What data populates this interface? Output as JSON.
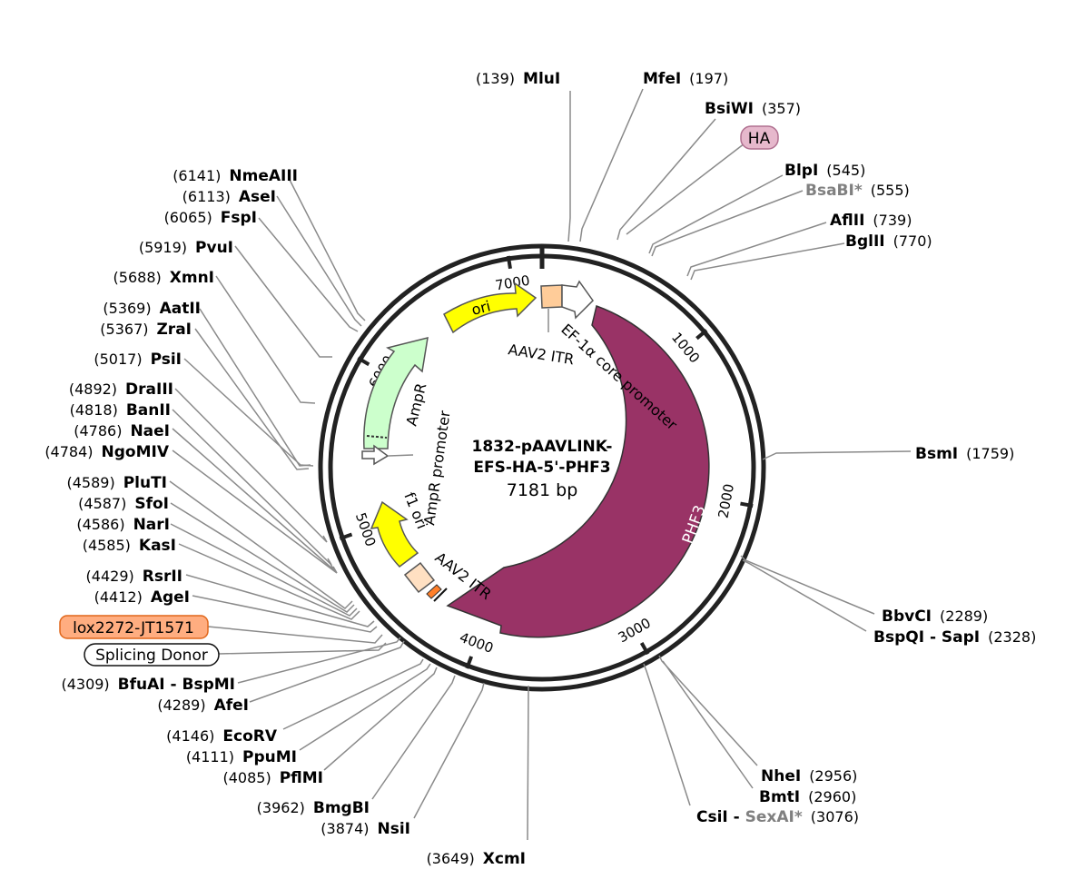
{
  "plasmid": {
    "name_line1": "1832-pAAVLINK-",
    "name_line2": "EFS-HA-5'-PHF3",
    "size_text": "7181 bp",
    "length": 7181
  },
  "ticks": [
    {
      "pos": 1000,
      "label": "1000"
    },
    {
      "pos": 2000,
      "label": "2000"
    },
    {
      "pos": 3000,
      "label": "3000"
    },
    {
      "pos": 4000,
      "label": "4000"
    },
    {
      "pos": 5000,
      "label": "5000"
    },
    {
      "pos": 6000,
      "label": "6000"
    },
    {
      "pos": 7000,
      "label": "7000"
    }
  ],
  "features": {
    "ori": {
      "label": "ori",
      "color": "#ffff00"
    },
    "ampr": {
      "label": "AmpR",
      "color": "#ccffcc"
    },
    "ampr_promoter": {
      "label": "AmpR promoter",
      "color": "#ffffff"
    },
    "f1_ori": {
      "label": "f1 ori",
      "color": "#ffff00"
    },
    "aav2_itr_top": {
      "label": "AAV2 ITR",
      "color": "#ffcc99"
    },
    "aav2_itr_bottom": {
      "label": "AAV2 ITR",
      "color": "#ffe0c2"
    },
    "ef1a": {
      "label": "EF-1α core promoter",
      "color": "#ffffff"
    },
    "phf3": {
      "label": "PHF3",
      "color": "#993366"
    }
  },
  "boxed_labels": {
    "ha": {
      "label": "HA",
      "color": "#e6b8cc"
    },
    "lox": {
      "label": "lox2272-JT1571",
      "color": "#ffad80"
    },
    "splicing": {
      "label": "Splicing Donor",
      "color": "#ffffff"
    }
  },
  "sites": {
    "mlui": {
      "name": "MluI",
      "pos": "(139)"
    },
    "mfei": {
      "name": "MfeI",
      "pos": "(197)"
    },
    "bsiwi": {
      "name": "BsiWI",
      "pos": "(357)"
    },
    "blpi": {
      "name": "BlpI",
      "pos": "(545)"
    },
    "bsabi": {
      "name": "BsaBI*",
      "pos": "(555)"
    },
    "aflii": {
      "name": "AflII",
      "pos": "(739)"
    },
    "bglii": {
      "name": "BglII",
      "pos": "(770)"
    },
    "bsmi": {
      "name": "BsmI",
      "pos": "(1759)"
    },
    "bbvci": {
      "name": "BbvCI",
      "pos": "(2289)"
    },
    "bspqi": {
      "name": "BspQI - SapI",
      "pos": "(2328)"
    },
    "nhei": {
      "name": "NheI",
      "pos": "(2956)"
    },
    "bmti": {
      "name": "BmtI",
      "pos": "(2960)"
    },
    "csii": {
      "name": "CsiI",
      "sep": " - ",
      "name2": "SexAI*",
      "pos": "(3076)"
    },
    "xcmi": {
      "name": "XcmI",
      "pos": "(3649)"
    },
    "nsii": {
      "name": "NsiI",
      "pos": "(3874)"
    },
    "bmgbi": {
      "name": "BmgBI",
      "pos": "(3962)"
    },
    "pflmi": {
      "name": "PflMI",
      "pos": "(4085)"
    },
    "ppumi": {
      "name": "PpuMI",
      "pos": "(4111)"
    },
    "ecorv": {
      "name": "EcoRV",
      "pos": "(4146)"
    },
    "afei": {
      "name": "AfeI",
      "pos": "(4289)"
    },
    "bfuai": {
      "name": "BfuAI - BspMI",
      "pos": "(4309)"
    },
    "agei": {
      "name": "AgeI",
      "pos": "(4412)"
    },
    "rsrii": {
      "name": "RsrII",
      "pos": "(4429)"
    },
    "kasi": {
      "name": "KasI",
      "pos": "(4585)"
    },
    "nari": {
      "name": "NarI",
      "pos": "(4586)"
    },
    "sfoi": {
      "name": "SfoI",
      "pos": "(4587)"
    },
    "pluti": {
      "name": "PluTI",
      "pos": "(4589)"
    },
    "ngomiv": {
      "name": "NgoMIV",
      "pos": "(4784)"
    },
    "naei": {
      "name": "NaeI",
      "pos": "(4786)"
    },
    "banii": {
      "name": "BanII",
      "pos": "(4818)"
    },
    "draiii": {
      "name": "DraIII",
      "pos": "(4892)"
    },
    "psii": {
      "name": "PsiI",
      "pos": "(5017)"
    },
    "zrai": {
      "name": "ZraI",
      "pos": "(5367)"
    },
    "aatii": {
      "name": "AatII",
      "pos": "(5369)"
    },
    "xmni": {
      "name": "XmnI",
      "pos": "(5688)"
    },
    "pvui": {
      "name": "PvuI",
      "pos": "(5919)"
    },
    "fspi": {
      "name": "FspI",
      "pos": "(6065)"
    },
    "asei": {
      "name": "AseI",
      "pos": "(6113)"
    },
    "nmeaiii": {
      "name": "NmeAIII",
      "pos": "(6141)"
    }
  }
}
